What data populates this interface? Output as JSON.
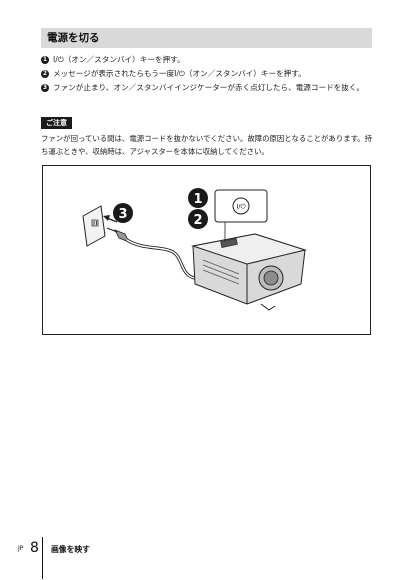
{
  "section": {
    "title": "電源を切る"
  },
  "steps": [
    {
      "num": "1",
      "text": "I/⏻（オン／スタンバイ）キーを押す。"
    },
    {
      "num": "2",
      "text": "メッセージが表示されたらもう一度I/⏻（オン／スタンバイ）キーを押す。"
    },
    {
      "num": "3",
      "text": "ファンが止まり、オン／スタンバイインジケーターが赤く点灯したら、電源コードを抜く。"
    }
  ],
  "note": {
    "label": "ご注意",
    "text": "ファンが回っている間は、電源コードを抜かないでください。故障の原因となることがあります。持ち運ぶときや、収納時は、アジャスターを本体に収納してください。"
  },
  "figure": {
    "callouts": [
      "1",
      "2",
      "3"
    ],
    "key_symbol": "I/⏻"
  },
  "footer": {
    "region": "JP",
    "page": "8",
    "section": "画像を映す"
  }
}
